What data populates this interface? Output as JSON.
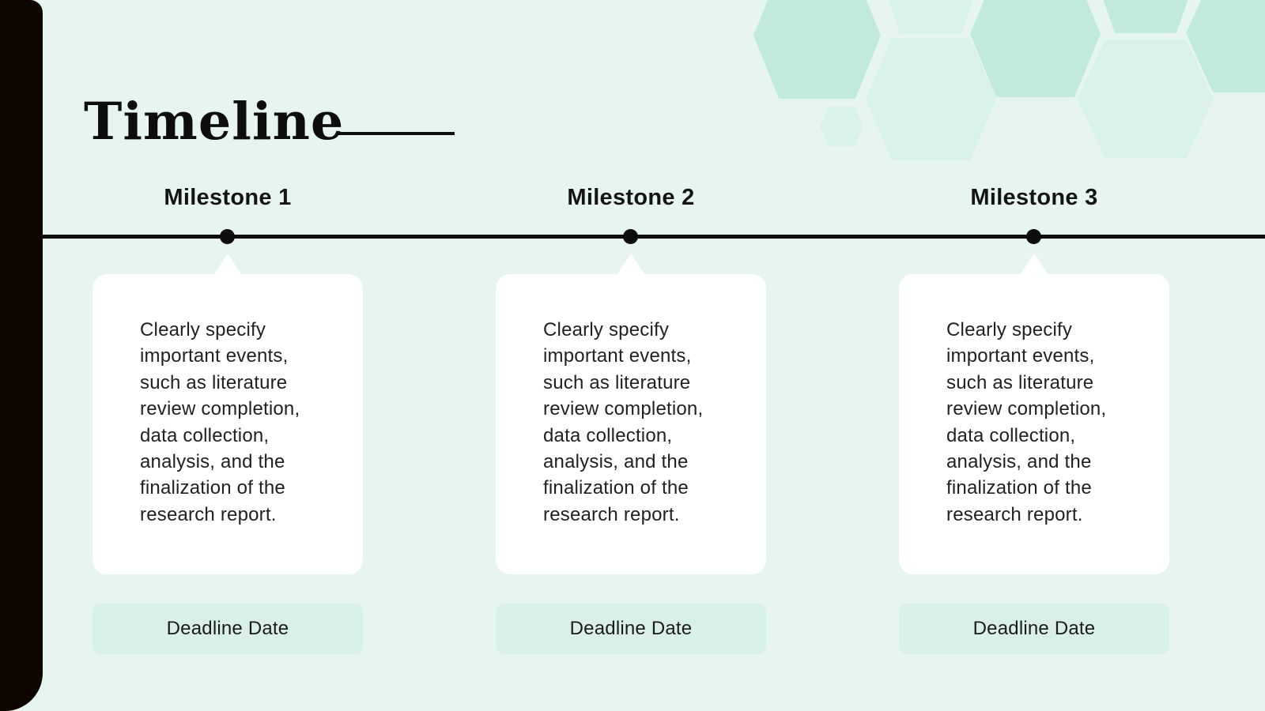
{
  "slide": {
    "title": "Timeline",
    "colors": {
      "background": "#e7f5f0",
      "sidebar_bar": "#0e0400",
      "timeline_line": "#0d0d0d",
      "card_background": "#ffffff",
      "deadline_button_background": "#d9f0e8",
      "hexagon_dark": "#c2eadc",
      "hexagon_light": "#daf1e8",
      "body_text": "#212121"
    }
  },
  "milestones": [
    {
      "title": "Milestone 1",
      "body_lines": [
        "Clearly specify",
        "important events,",
        "such as literature",
        "review completion,",
        "data collection,",
        "analysis, and the",
        "finalization of the",
        "research report."
      ],
      "deadline_label": "Deadline Date"
    },
    {
      "title": "Milestone 2",
      "body_lines": [
        "Clearly specify",
        "important events,",
        "such as literature",
        "review completion,",
        "data collection,",
        "analysis, and the",
        "finalization of the",
        "research report."
      ],
      "deadline_label": "Deadline Date"
    },
    {
      "title": "Milestone 3",
      "body_lines": [
        "Clearly specify",
        "important events,",
        "such as literature",
        "review completion,",
        "data collection,",
        "analysis, and the",
        "finalization of the",
        "research report."
      ],
      "deadline_label": "Deadline Date"
    }
  ]
}
